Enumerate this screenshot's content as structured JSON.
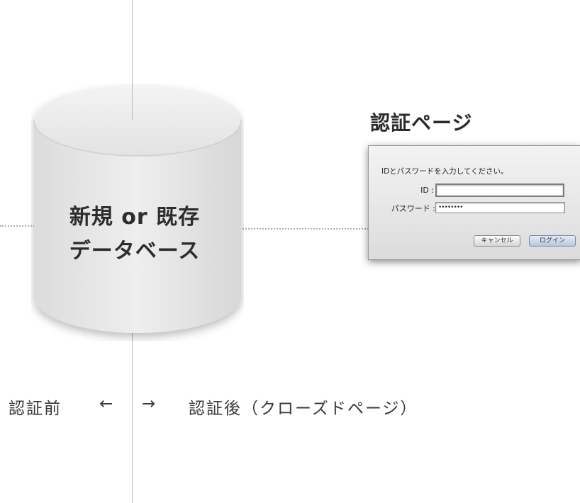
{
  "database": {
    "line1": "新規 or 既存",
    "line2": "データベース"
  },
  "auth_page": {
    "title": "認証ページ",
    "dialog": {
      "message": "IDとパスワードを入力してください。",
      "id_label": "ID :",
      "id_value": "",
      "password_label": "パスワード :",
      "password_value": "••••••••",
      "cancel_label": "キャンセル",
      "login_label": "ログイン"
    }
  },
  "bottom": {
    "before": "認証前",
    "left_arrow": "←",
    "right_arrow": "→",
    "after": "認証後（クローズドページ）"
  },
  "colors": {
    "cylinder_fill": "#e9e9e9",
    "line": "#b9b9b9",
    "login_button": "#b8c6de"
  }
}
